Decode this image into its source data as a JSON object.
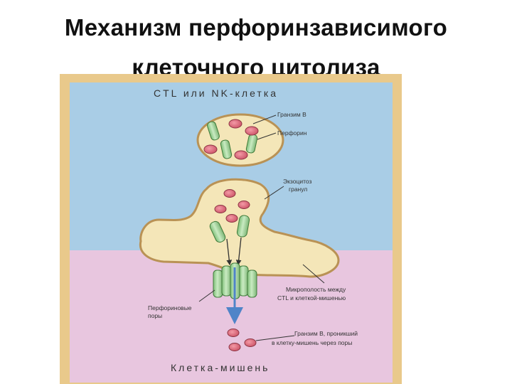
{
  "title_line1": "Механизм перфоринзависимого",
  "title_line2": "клеточного цитолиза",
  "labels": {
    "effector_cell": "CTL или NK-клетка",
    "granzyme_b": "Гранзим В",
    "perforin": "Перфорин",
    "exocytosis_line1": "Экзоцитоз",
    "exocytosis_line2": "гранул",
    "perforin_pores_line1": "Перфориновые",
    "perforin_pores_line2": "поры",
    "microcavity_line1": "Микрополость между",
    "microcavity_line2": "CTL и клеткой-мишенью",
    "granzyme_entered_line1": "Гранзим В, проникший",
    "granzyme_entered_line2": "в клетку-мишень через поры",
    "target_cell": "Клетка-мишень"
  },
  "colors": {
    "frame": "#e9c98b",
    "effector_bg": "#a9cde6",
    "target_bg": "#e8c6df",
    "vesicle_fill": "#f4e6b8",
    "vesicle_border": "#b99255",
    "granzyme": "#dd6f80",
    "perforin": "#a9d8a0",
    "arrow": "#4f84c8"
  }
}
